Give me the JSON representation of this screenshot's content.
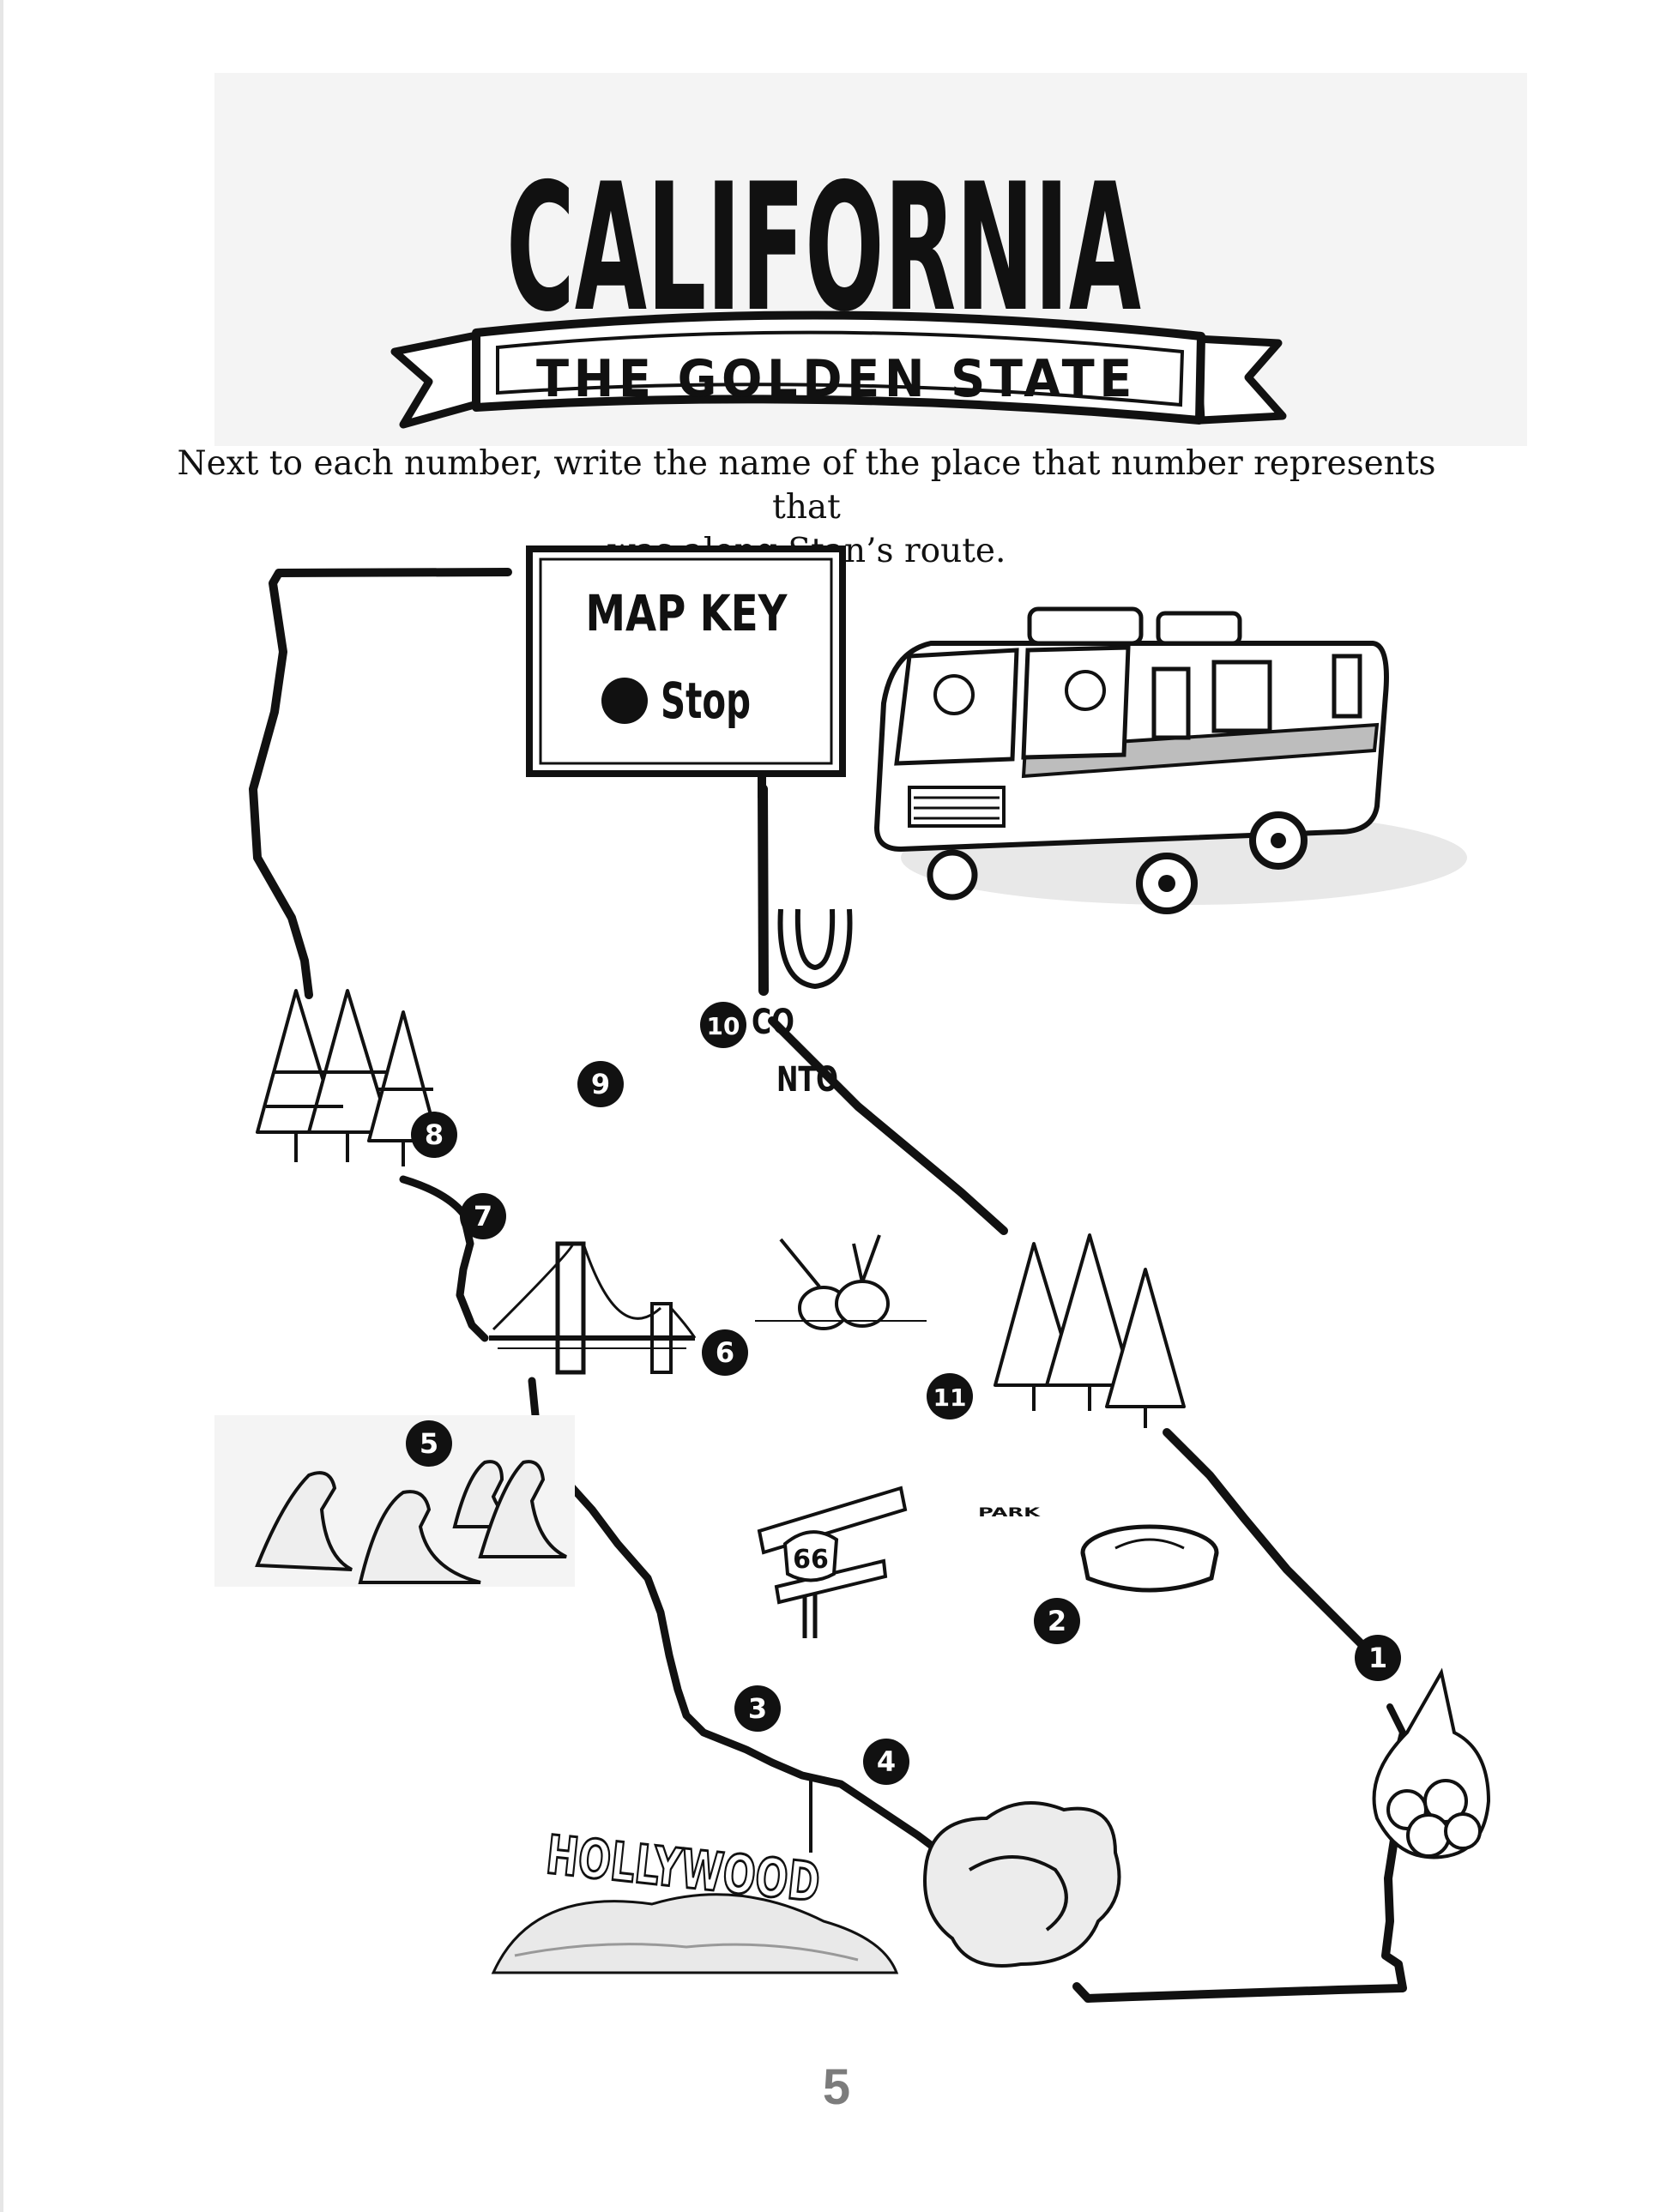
{
  "title": {
    "main": "CALIFORNIA",
    "banner": "THE GOLDEN STATE"
  },
  "instructions": {
    "line1": "Next to each number, write the name of the place that number represents  that",
    "line2": "was along Stan’s route."
  },
  "map_key": {
    "heading": "MAP KEY",
    "legend_label": "Stop",
    "legend_icon": "filled-circle"
  },
  "stops": [
    {
      "label": "1"
    },
    {
      "label": "2"
    },
    {
      "label": "3"
    },
    {
      "label": "4"
    },
    {
      "label": "5"
    },
    {
      "label": "6"
    },
    {
      "label": "7"
    },
    {
      "label": "8"
    },
    {
      "label": "9"
    },
    {
      "label": "10"
    },
    {
      "label": "11"
    }
  ],
  "map_fragments": {
    "near_10_a": "CO",
    "near_10_b": "NTO",
    "near_2": "PARK",
    "hollywood_sign": "HOLLYWOOD",
    "route_66": "66"
  },
  "icons": [
    "rv-icon",
    "horseshoe-icon",
    "pine-trees-icon",
    "golden-gate-bridge-icon",
    "garlic-icon",
    "sea-lions-icon",
    "route-66-sign-icon",
    "pie-icon",
    "orange-bag-icon",
    "hollywood-sign-icon",
    "brain-icon"
  ],
  "page_number": "5"
}
